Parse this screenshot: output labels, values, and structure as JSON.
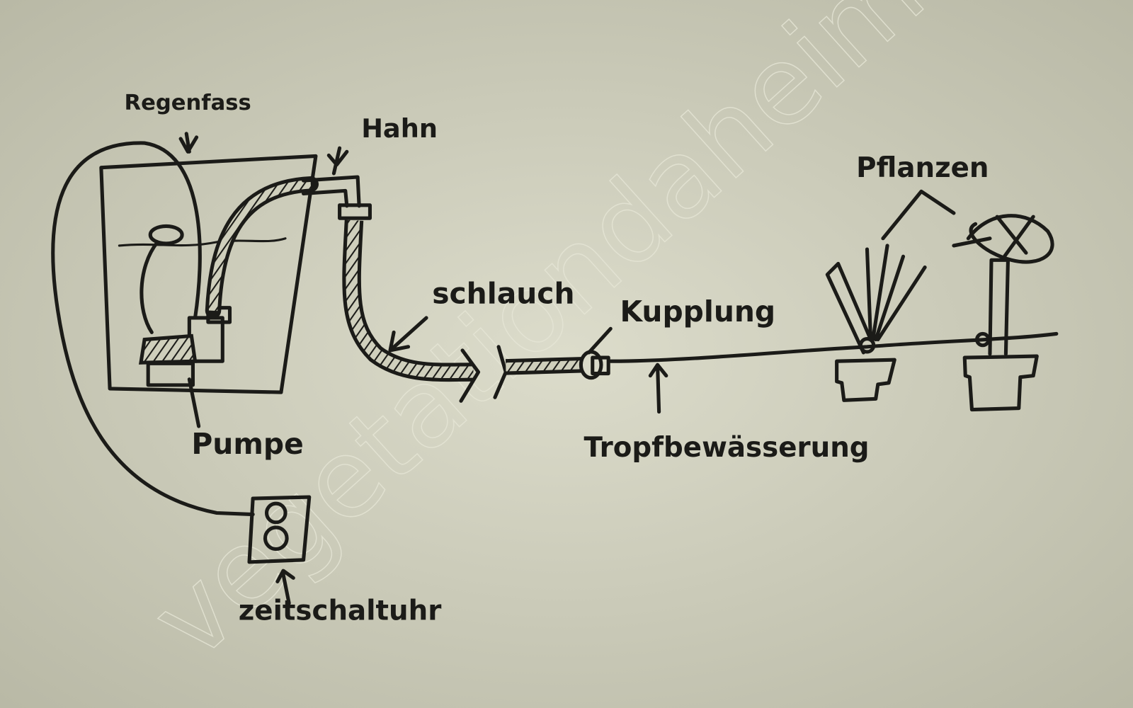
{
  "diagram": {
    "labels": {
      "rain_barrel": "Regenfass",
      "tap": "Hahn",
      "plants": "Pflanzen",
      "hose": "schlauch",
      "coupling": "Kupplung",
      "pump": "Pumpe",
      "drip_irrigation": "Tropfbewässerung",
      "timer": "zeitschaltuhr"
    },
    "watermark": "vegetationdaheim",
    "colors": {
      "paper": "#cfcfbc",
      "ink": "#1b1b18"
    }
  }
}
